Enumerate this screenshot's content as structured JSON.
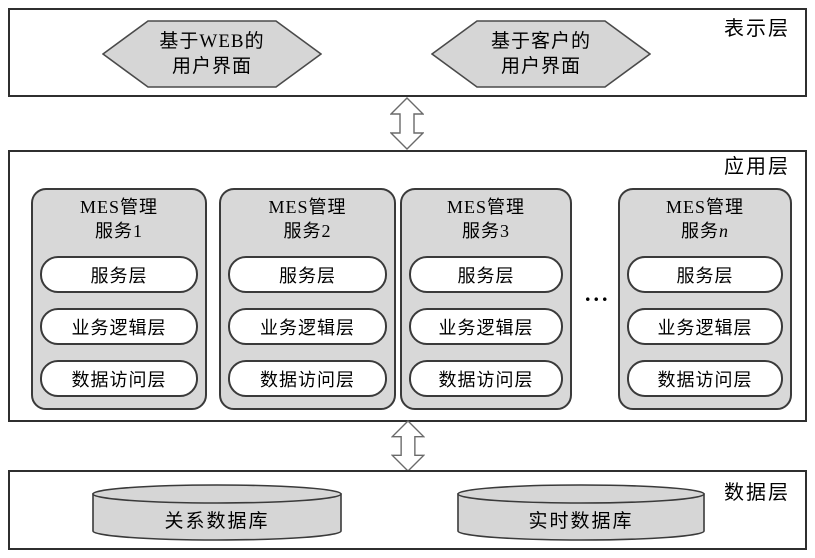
{
  "layers": {
    "presentation": {
      "label": "表示层",
      "hexagons": [
        {
          "line1": "基于WEB的",
          "line2": "用户界面"
        },
        {
          "line1": "基于客户的",
          "line2": "用户界面"
        }
      ]
    },
    "application": {
      "label": "应用层",
      "ellipsis": "...",
      "services": [
        {
          "title_line1": "MES管理",
          "title_prefix": "服务",
          "index": "1",
          "index_class": "",
          "sublayers": [
            "服务层",
            "业务逻辑层",
            "数据访问层"
          ]
        },
        {
          "title_line1": "MES管理",
          "title_prefix": "服务",
          "index": "2",
          "index_class": "",
          "sublayers": [
            "服务层",
            "业务逻辑层",
            "数据访问层"
          ]
        },
        {
          "title_line1": "MES管理",
          "title_prefix": "服务",
          "index": "3",
          "index_class": "",
          "sublayers": [
            "服务层",
            "业务逻辑层",
            "数据访问层"
          ]
        },
        {
          "title_line1": "MES管理",
          "title_prefix": "服务",
          "index": "n",
          "index_class": "italic",
          "sublayers": [
            "服务层",
            "业务逻辑层",
            "数据访问层"
          ]
        }
      ]
    },
    "data": {
      "label": "数据层",
      "databases": [
        "关系数据库",
        "实时数据库"
      ]
    }
  },
  "colors": {
    "shape_fill": "#d8d8d8",
    "pill_fill": "#ffffff",
    "shape_border": "#3a3a3a",
    "outer_border": "#2f2f2f",
    "arrow_border": "#6a6a6a",
    "background": "#ffffff"
  }
}
